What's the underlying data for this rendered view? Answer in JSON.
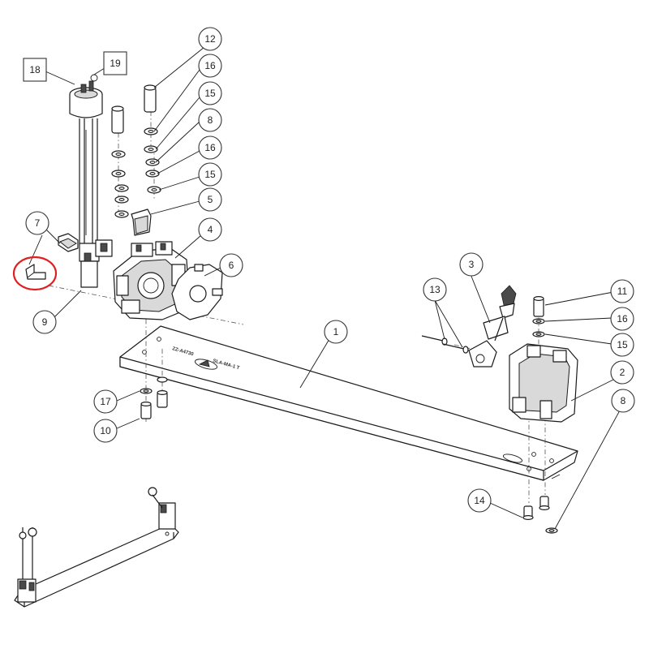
{
  "callouts": [
    {
      "id": "c1",
      "label": "1"
    },
    {
      "id": "c2",
      "label": "2"
    },
    {
      "id": "c3",
      "label": "3"
    },
    {
      "id": "c4",
      "label": "4"
    },
    {
      "id": "c5",
      "label": "5"
    },
    {
      "id": "c6",
      "label": "6"
    },
    {
      "id": "c7",
      "label": "7"
    },
    {
      "id": "c8a",
      "label": "8"
    },
    {
      "id": "c8b",
      "label": "8"
    },
    {
      "id": "c9",
      "label": "9"
    },
    {
      "id": "c10",
      "label": "10"
    },
    {
      "id": "c11",
      "label": "11"
    },
    {
      "id": "c12",
      "label": "12"
    },
    {
      "id": "c13",
      "label": "13"
    },
    {
      "id": "c14",
      "label": "14"
    },
    {
      "id": "c15a",
      "label": "15"
    },
    {
      "id": "c15b",
      "label": "15"
    },
    {
      "id": "c15c",
      "label": "15"
    },
    {
      "id": "c16a",
      "label": "16"
    },
    {
      "id": "c16b",
      "label": "16"
    },
    {
      "id": "c16c",
      "label": "16"
    },
    {
      "id": "c17",
      "label": "17"
    },
    {
      "id": "c18",
      "label": "18"
    },
    {
      "id": "c19",
      "label": "19"
    }
  ],
  "plate_marking": "ZZ-A4730",
  "plate_marking_2": "SLA-MA-1 T",
  "colors": {
    "highlight_circle": "#e02020",
    "line": "#1a1a1a"
  }
}
